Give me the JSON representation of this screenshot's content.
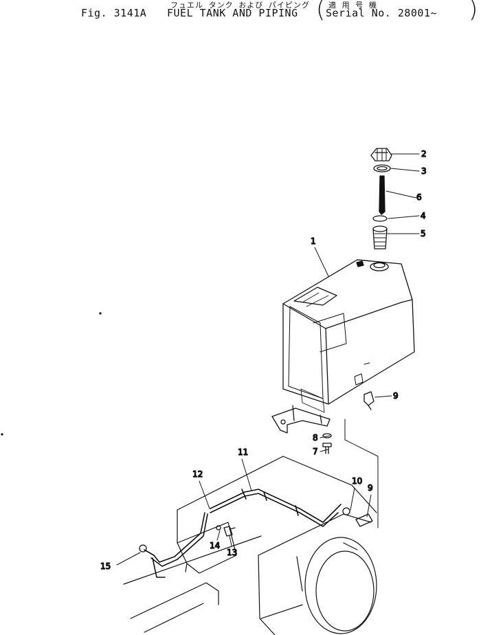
{
  "header": {
    "fig_no": "Fig. 3141A",
    "title_jp": "フュエル タンク および パイピング",
    "title": "FUEL TANK AND PIPING",
    "serial_jp": "適 用 号 機",
    "serial": "Serial No. 28001~"
  },
  "callouts": [
    "1",
    "2",
    "3",
    "4",
    "5",
    "6",
    "7",
    "8",
    "9",
    "9",
    "10",
    "11",
    "12",
    "13",
    "14",
    "15"
  ],
  "colors": {
    "ink": "#111111",
    "paper": "#ffffff"
  }
}
